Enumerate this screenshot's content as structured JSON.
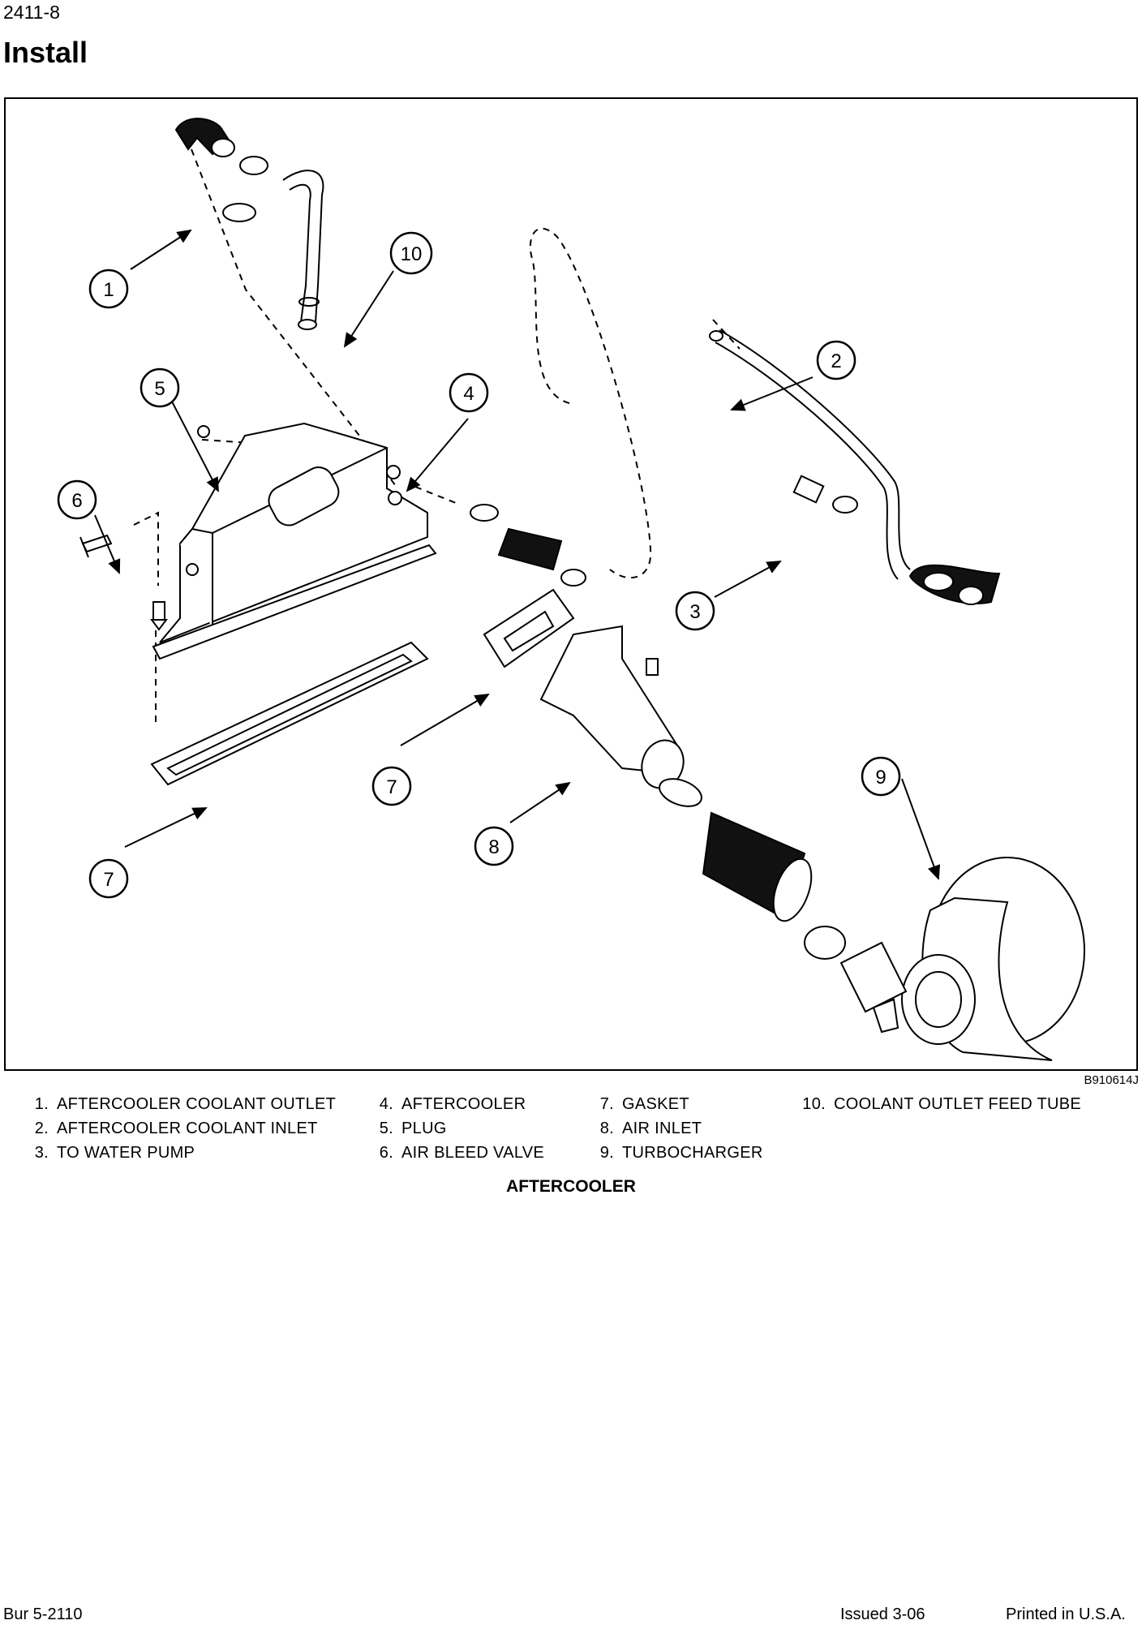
{
  "header": {
    "page_number": "2411-8",
    "section_title": "Install"
  },
  "figure": {
    "callouts": [
      "1",
      "2",
      "3",
      "4",
      "5",
      "6",
      "7",
      "7",
      "8",
      "9",
      "10"
    ],
    "code": "B910614J",
    "caption": "AFTERCOOLER"
  },
  "legend": [
    {
      "num": "1.",
      "label": "AFTERCOOLER COOLANT OUTLET"
    },
    {
      "num": "2.",
      "label": "AFTERCOOLER COOLANT INLET"
    },
    {
      "num": "3.",
      "label": "TO WATER PUMP"
    },
    {
      "num": "4.",
      "label": "AFTERCOOLER"
    },
    {
      "num": "5.",
      "label": "PLUG"
    },
    {
      "num": "6.",
      "label": "AIR BLEED VALVE"
    },
    {
      "num": "7.",
      "label": "GASKET"
    },
    {
      "num": "8.",
      "label": "AIR INLET"
    },
    {
      "num": "9.",
      "label": "TURBOCHARGER"
    },
    {
      "num": "10.",
      "label": "COOLANT OUTLET FEED TUBE"
    }
  ],
  "footer": {
    "doc_id": "Bur  5-2110",
    "issued": "Issued 3-06",
    "printed": "Printed in U.S.A."
  }
}
